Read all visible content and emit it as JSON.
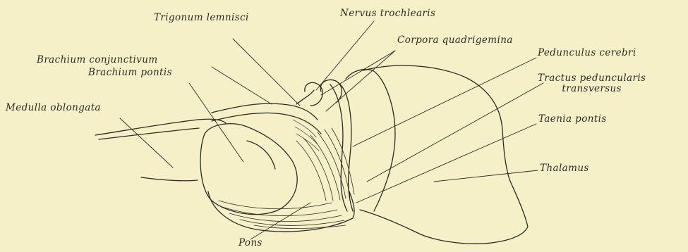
{
  "figure": {
    "labels": {
      "trigonum_lemnisci": "Trigonum lemnisci",
      "nervus_trochlearis": "Nervus trochlearis",
      "corpora_quadrigemina": "Corpora quadrigemina",
      "pedunculus_cerebri": "Pedunculus cerebri",
      "brachium_conjunctivum": "Brachium conjunctivum",
      "brachium_pontis": "Brachium pontis",
      "tractus_peduncularis_1": "Tractus peduncularis",
      "tractus_peduncularis_2": "transversus",
      "medulla_oblongata": "Medulla oblongata",
      "taenia_pontis": "Taenia pontis",
      "thalamus": "Thalamus",
      "pons": "Pons"
    },
    "colors": {
      "paper": "#f6f0c8",
      "ink": "#2b2a22"
    }
  }
}
